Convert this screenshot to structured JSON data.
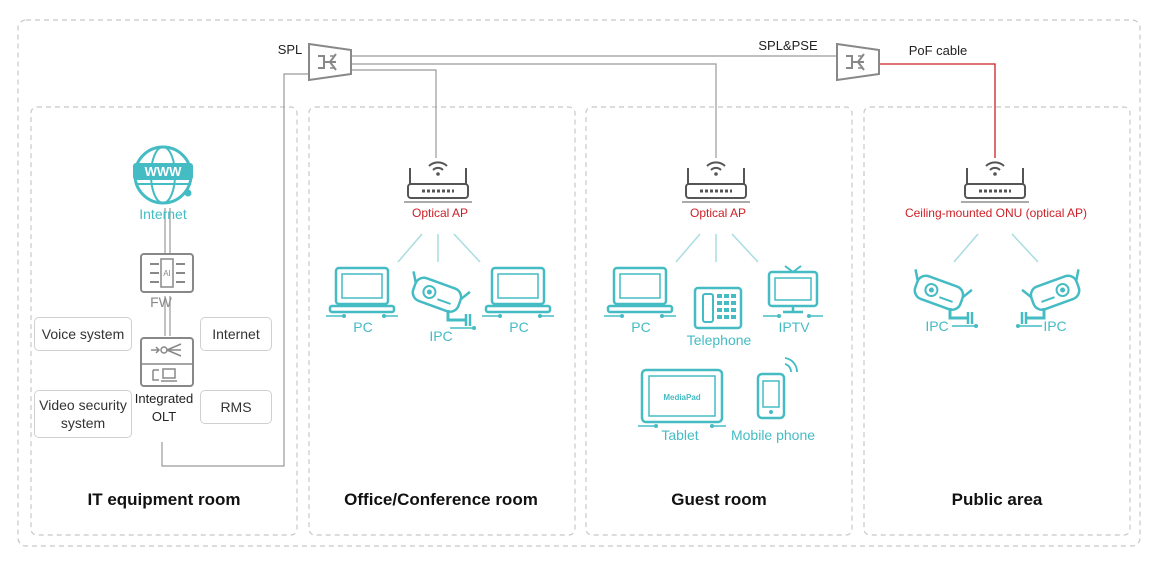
{
  "top_labels": {
    "spl": "SPL",
    "spl_pse": "SPL&PSE",
    "pof_cable": "PoF cable"
  },
  "rooms": {
    "it": "IT equipment room",
    "office": "Office/Conference room",
    "guest": "Guest room",
    "public": "Public area"
  },
  "it_room": {
    "internet_icon_label": "Internet",
    "fw_label": "FW",
    "olt_label_1": "Integrated",
    "olt_label_2": "OLT",
    "voice_system": "Voice system",
    "internet_box": "Internet",
    "video_security_1": "Video security",
    "video_security_2": "system",
    "rms": "RMS",
    "www_text": "WWW",
    "fw_ai_text": "AI"
  },
  "office_room": {
    "ap_label": "Optical AP",
    "devices": [
      "PC",
      "IPC",
      "PC"
    ]
  },
  "guest_room": {
    "ap_label": "Optical AP",
    "devices": [
      "PC",
      "Telephone",
      "IPTV",
      "Tablet",
      "Mobile phone"
    ],
    "tablet_screen_text": "MediaPad"
  },
  "public_area": {
    "ap_label": "Ceiling-mounted ONU (optical AP)",
    "devices": [
      "IPC",
      "IPC"
    ]
  },
  "colors": {
    "teal": "#45bcc4",
    "red_cable": "#cc1f26",
    "gray_line": "#9a9a9a",
    "dashed_border": "#c8c8c8"
  }
}
